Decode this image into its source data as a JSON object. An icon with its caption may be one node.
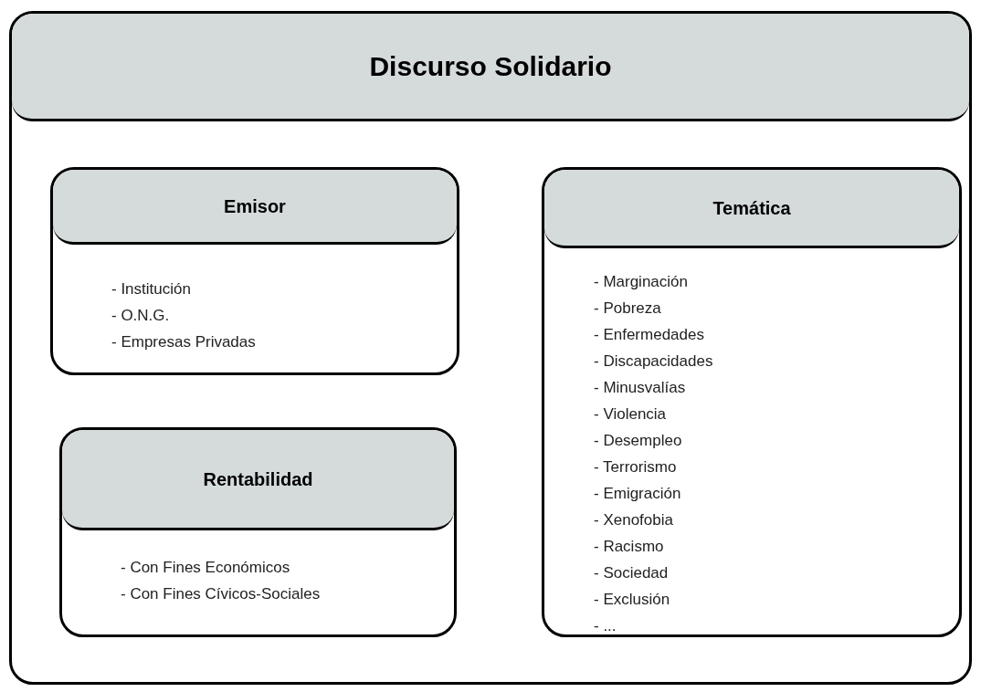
{
  "diagram": {
    "nodes": [
      {
        "text": [
          "Discurso Solidario"
        ]
      },
      {
        "text": [
          "Emisor",
          "- Institución",
          "- O.N.G.",
          "- Empresas Privadas"
        ],
        "in": 0
      },
      {
        "text": [
          "Temática",
          "- Marginación",
          "- Pobreza",
          "- Enfermedades",
          "- Discapacidades",
          "- Minusvalías",
          "- Violencia",
          "- Desempleo",
          "- Terrorismo",
          "- Emigración",
          "- Xenofobia",
          "- Racismo",
          "- Sociedad",
          "- Exclusión",
          "- ..."
        ],
        "in": 0
      },
      {
        "text": [
          "Rentabilidad",
          "- Con Fines Económicos",
          "- Con Fines Cívicos-Sociales"
        ],
        "in": 0
      }
    ]
  }
}
